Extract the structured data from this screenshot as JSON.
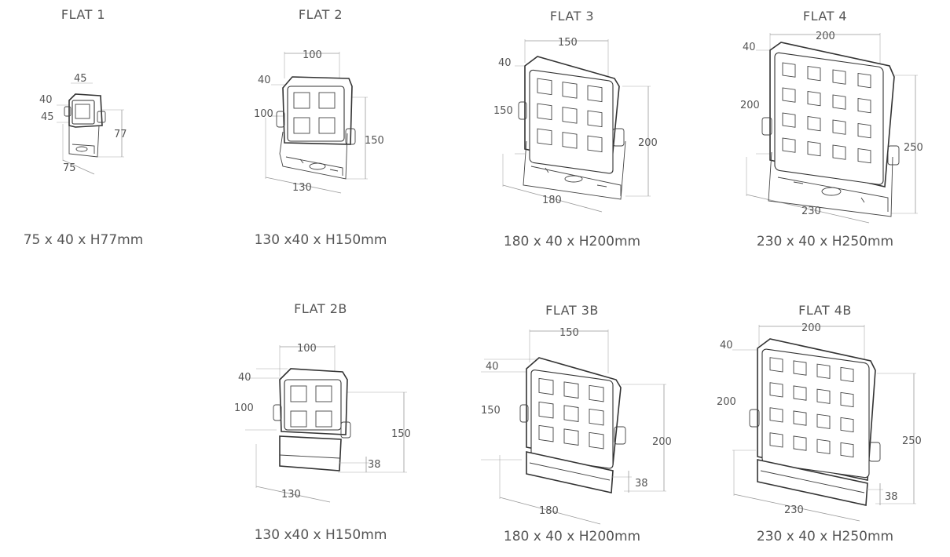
{
  "products": [
    {
      "id": "flat1",
      "title": "FLAT 1",
      "spec": "75 x 40 x H77mm",
      "dims": {
        "width": "45",
        "depth": "40",
        "height": "45",
        "total_height": "77",
        "bottom": "75"
      }
    },
    {
      "id": "flat2",
      "title": "FLAT 2",
      "spec": "130 x40 x H150mm",
      "dims": {
        "width": "100",
        "depth": "40",
        "height": "100",
        "total_height": "150",
        "bottom": "130"
      }
    },
    {
      "id": "flat3",
      "title": "FLAT 3",
      "spec": "180 x 40 x H200mm",
      "dims": {
        "width": "150",
        "depth": "40",
        "height": "150",
        "total_height": "200",
        "bottom": "180"
      }
    },
    {
      "id": "flat4",
      "title": "FLAT 4",
      "spec": "230 x 40 x H250mm",
      "dims": {
        "width": "200",
        "depth": "40",
        "height": "200",
        "total_height": "250",
        "bottom": "230"
      }
    },
    {
      "id": "flat2b",
      "title": "FLAT 2B",
      "spec": "130 x40 x H150mm",
      "dims": {
        "width": "100",
        "depth": "40",
        "height": "100",
        "total_height": "150",
        "bottom": "130",
        "box": "38"
      }
    },
    {
      "id": "flat3b",
      "title": "FLAT 3B",
      "spec": "180 x 40 x H200mm",
      "dims": {
        "width": "150",
        "depth": "40",
        "height": "150",
        "total_height": "200",
        "bottom": "180",
        "box": "38"
      }
    },
    {
      "id": "flat4b",
      "title": "FLAT 4B",
      "spec": "230 x 40 x H250mm",
      "dims": {
        "width": "200",
        "depth": "40",
        "height": "200",
        "total_height": "250",
        "bottom": "230",
        "box": "38"
      }
    }
  ]
}
